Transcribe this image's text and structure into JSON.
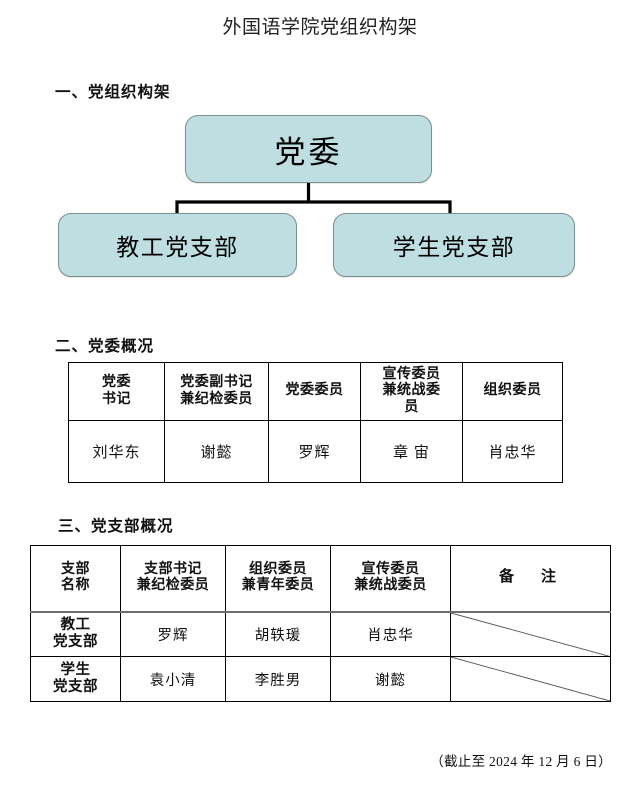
{
  "document": {
    "title": "外国语学院党组织构架",
    "footer_note": "（截止至 2024 年 12 月 6 日）"
  },
  "sections": [
    {
      "id": "sec1",
      "heading": "一、党组织构架"
    },
    {
      "id": "sec2",
      "heading": "二、党委概况"
    },
    {
      "id": "sec3",
      "heading": "三、党支部概况"
    }
  ],
  "org_chart": {
    "box_fill_color": "#bfdee1",
    "box_border_color": "#7a8f91",
    "connector_color": "#000000",
    "root": {
      "label": "党委"
    },
    "children": [
      {
        "label": "教工党支部"
      },
      {
        "label": "学生党支部"
      }
    ]
  },
  "committee_table": {
    "headers": [
      "党委\n书记",
      "党委副书记\n兼纪检委员",
      "党委委员",
      "宣传委员\n兼统战委\n员",
      "组织委员"
    ],
    "row": [
      "刘华东",
      "谢懿",
      "罗辉",
      "章 宙",
      "肖忠华"
    ]
  },
  "branch_table": {
    "headers": [
      "支部\n名称",
      "支部书记\n兼纪检委员",
      "组织委员\n兼青年委员",
      "宣传委员\n兼统战委员",
      "备　注"
    ],
    "rows": [
      {
        "name": "教工\n党支部",
        "secretary": "罗辉",
        "organization": "胡轶瑗",
        "propaganda": "肖忠华",
        "remark": ""
      },
      {
        "name": "学生\n党支部",
        "secretary": "袁小清",
        "organization": "李胜男",
        "propaganda": "谢懿",
        "remark": ""
      }
    ]
  }
}
